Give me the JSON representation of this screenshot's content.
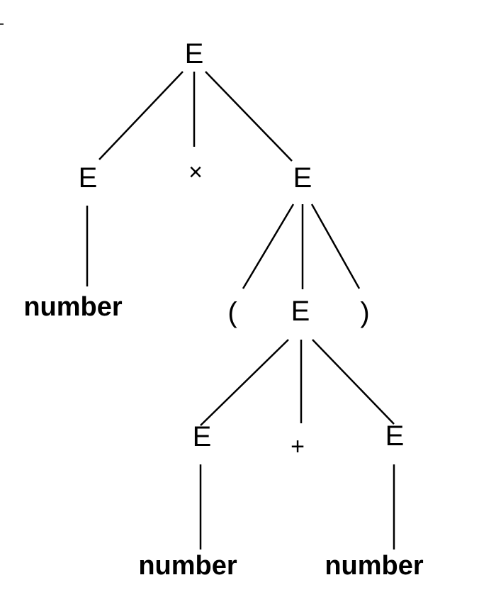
{
  "diagram": {
    "nodes": {
      "root_e": "E",
      "left_e": "E",
      "times_op": "×",
      "right_e": "E",
      "left_number": "number",
      "open_paren": "(",
      "inner_e": "E",
      "close_paren": ")",
      "sum_left_e": "E",
      "plus_op": "+",
      "sum_right_e": "E",
      "sum_left_number": "number",
      "sum_right_number": "number"
    }
  }
}
